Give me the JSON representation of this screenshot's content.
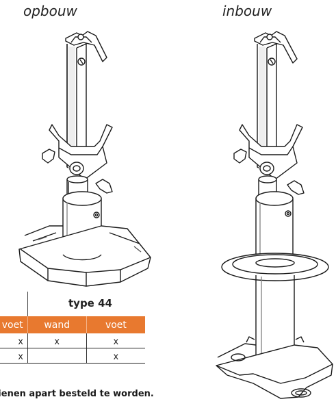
{
  "labels": {
    "left": "opbouw",
    "right": "inbouw"
  },
  "table": {
    "type_heading": "type 44",
    "header_cells": [
      "voet",
      "wand",
      "voet"
    ],
    "rows": [
      [
        "x",
        "x",
        "x"
      ],
      [
        "x",
        "",
        "x"
      ]
    ]
  },
  "footnote": "dienen apart besteld te worden.",
  "colors": {
    "accent": "#e8792f",
    "line": "#222222"
  }
}
